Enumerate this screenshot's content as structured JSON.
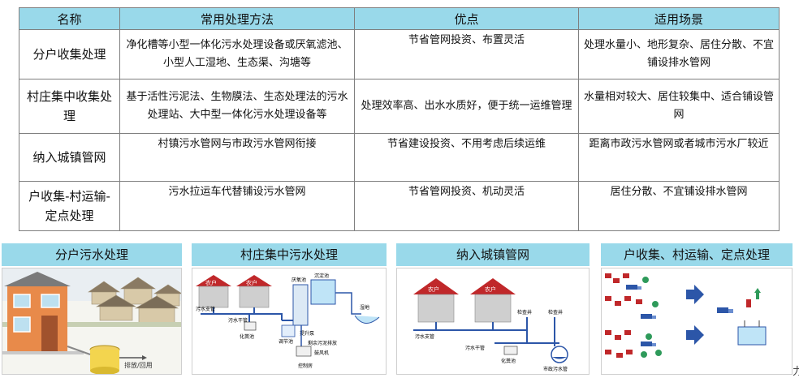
{
  "table": {
    "headers": [
      "名称",
      "常用处理方法",
      "优点",
      "适用场景"
    ],
    "rows": [
      [
        "分户收集处理",
        "净化槽等小型一体化污水处理设备或厌氧滤池、小型人工湿地、生态渠、沟塘等",
        "节省管网投资、布置灵活",
        "处理水量小、地形复杂、居住分散、不宜铺设排水管网"
      ],
      [
        "村庄集中收集处理",
        "基于活性污泥法、生物膜法、生态处理法的污水处理站、大中型一体化污水处理设备等",
        "处理效率高、出水水质好，便于统一运维管理",
        "水量相对较大、居住较集中、适合铺设管网"
      ],
      [
        "纳入城镇管网",
        "村镇污水管网与市政污水管网衔接",
        "节省建设投资、不用考虑后续运维",
        "距离市政污水管网或者城市污水厂较近"
      ],
      [
        "户收集-村运输-定点处理",
        "污水拉运车代替铺设污水管网",
        "节省管网投资、机动灵活",
        "居住分散、不宜铺设排水管网"
      ]
    ]
  },
  "panels": {
    "p1": {
      "title": "分户污水处理",
      "labels": {
        "discharge": "排放/回用"
      }
    },
    "p2": {
      "title": "村庄集中污水处理",
      "labels": {
        "house1": "农户",
        "house2": "农户",
        "branch": "污水支管",
        "main": "污水干管",
        "septic": "化粪池",
        "reg": "调节池",
        "anox": "厌氧池",
        "sett": "沉淀池",
        "wetland": "湿地",
        "sludge": "剩余污泥排放",
        "blower": "鼓风机",
        "control": "控制房",
        "pump": "提升泵"
      }
    },
    "p3": {
      "title": "纳入城镇管网",
      "labels": {
        "house1": "农户",
        "house2": "农户",
        "well1": "检查井",
        "well2": "检查井",
        "branch": "污水支管",
        "main": "污水干管",
        "septic": "化粪池",
        "city": "市政污水管"
      }
    },
    "p4": {
      "title": "户收集、村运输、定点处理"
    }
  },
  "stray_text": "力",
  "colors": {
    "header_bg": "#99d9ea",
    "house_roof": "#c0282a",
    "pipe": "#2c56a8"
  }
}
